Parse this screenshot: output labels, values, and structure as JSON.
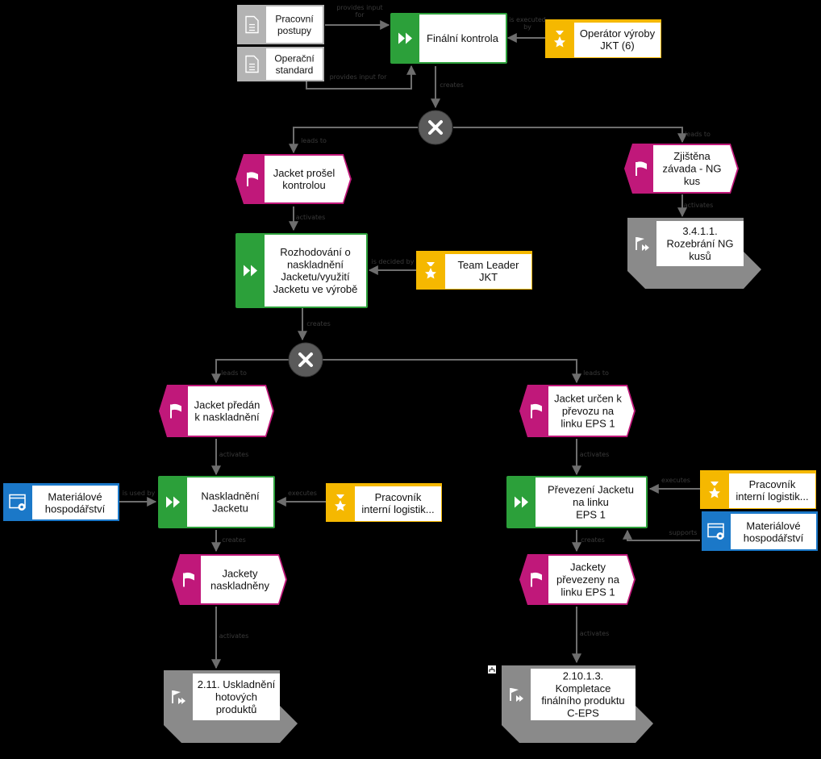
{
  "colors": {
    "function": "#2ca03a",
    "event": "#c0187a",
    "role": "#f5b800",
    "document": "#b3b3b3",
    "system": "#1b78c8",
    "process_link": "#8a8a8a",
    "connector": "#5a5a5a"
  },
  "functions": {
    "final_check": "Finální kontrola",
    "decision": "Rozhodování o\nnaskladnění\nJacketu/využití\nJacketu ve výrobě",
    "storing": "Naskladnění\nJacketu",
    "transfer": "Převezení Jacketu\nna linku\nEPS 1"
  },
  "events": {
    "passed": "Jacket prošel\nkontrolou",
    "defect": "Zjištěna\nzávada - NG\nkus",
    "handed": "Jacket předán\nk naskladnění",
    "assigned": "Jacket určen k\npřevozu na\nlinku EPS 1",
    "stored": "Jackety\nnaskladněny",
    "transferred": "Jackety\npřevezeny na\nlinku EPS 1"
  },
  "roles": {
    "operator": "Operátor výroby\nJKT (6)",
    "team_leader": "Team Leader\nJKT",
    "worker_left": "Pracovník\ninterní logistik...",
    "worker_right": "Pracovník\ninterní logistik..."
  },
  "documents": {
    "procedures": "Pracovní\npostupy",
    "standard": "Operační\nstandard"
  },
  "systems": {
    "left": "Materiálové\nhospodářství",
    "right": "Materiálové\nhospodářství"
  },
  "process_links": {
    "ng": "3.4.1.1.\nRozebrání NG\nkusů",
    "storage": "2.11. Uskladnění\nhotových\nproduktů",
    "assembly": "2.10.1.3.\nKompletace\nfinálního produktu\nC-EPS"
  },
  "edge_labels": {
    "provides_input": "provides input\nfor",
    "is_executed_by": "is executed\nby",
    "provides_input_for": "provides input for",
    "creates": "creates",
    "leads_to": "leads to",
    "activates": "activates",
    "is_decided_by": "is decided by",
    "is_used_by": "is used by",
    "executes": "executes",
    "supports": "supports"
  }
}
